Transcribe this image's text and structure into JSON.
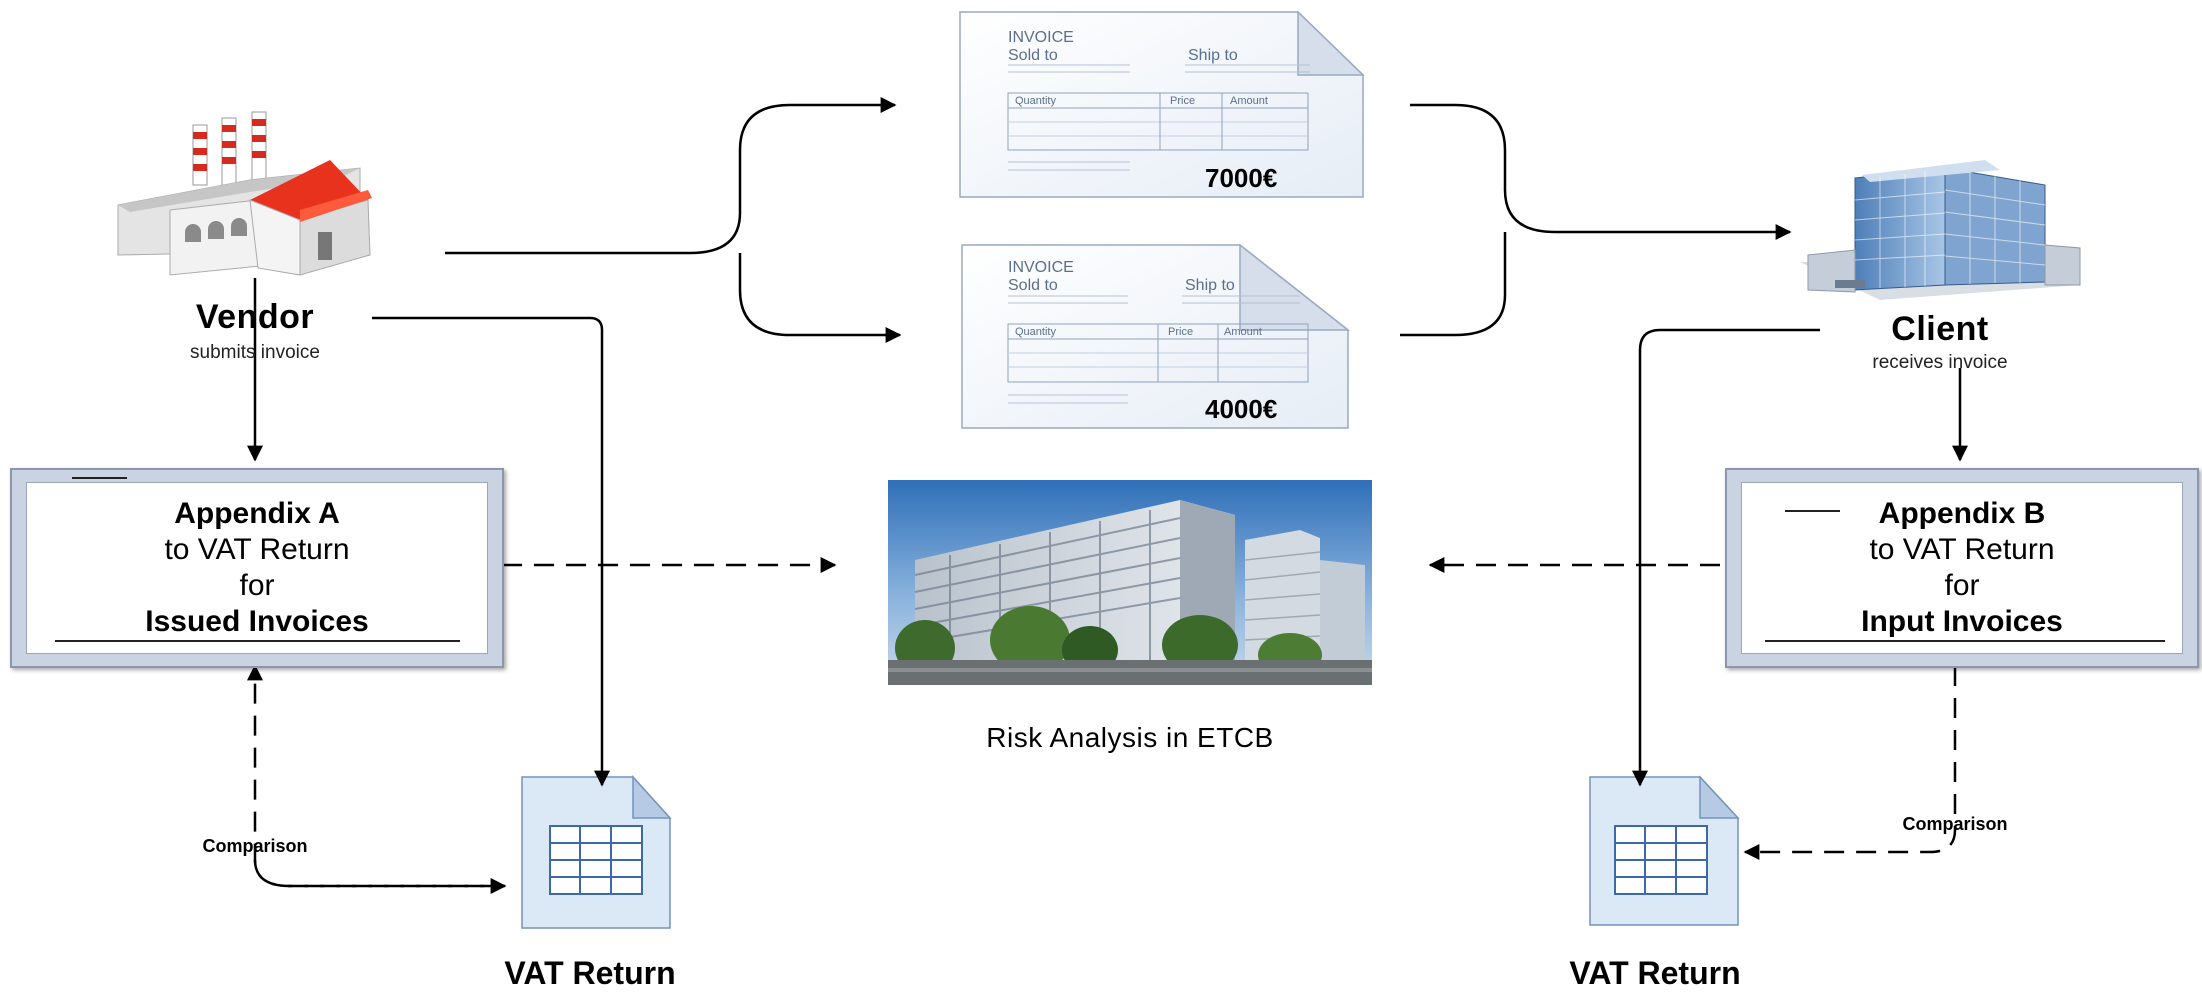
{
  "vendor": {
    "name": "Vendor",
    "subtitle": "submits invoice"
  },
  "client": {
    "name": "Client",
    "subtitle": "receives invoice"
  },
  "invoices": [
    {
      "heading": "INVOICE",
      "sold_to": "Sold to",
      "ship_to": "Ship to",
      "col_quantity": "Quantity",
      "col_price": "Price",
      "col_amount": "Amount",
      "amount": "7000€"
    },
    {
      "heading": "INVOICE",
      "sold_to": "Sold to",
      "ship_to": "Ship to",
      "col_quantity": "Quantity",
      "col_price": "Price",
      "col_amount": "Amount",
      "amount": "4000€"
    }
  ],
  "appendix_a": {
    "title": "Appendix A",
    "line2": "to VAT Return",
    "line3": "for",
    "line4": "Issued Invoices"
  },
  "appendix_b": {
    "title": "Appendix B",
    "line2": "to VAT Return",
    "line3": "for",
    "line4": "Input Invoices"
  },
  "center": {
    "caption": "Risk Analysis in ETCB"
  },
  "comparison_left": "Comparison",
  "comparison_right": "Comparison",
  "vat_return_left": "VAT Return",
  "vat_return_right": "VAT Return",
  "colors": {
    "arrow": "#000000",
    "appendix_frame": "#c9d3e2",
    "invoice_paper": "#f4f7fb",
    "factory_roof": "#e8321e"
  },
  "icons": [
    "factory-icon",
    "office-building-icon",
    "invoice-document-icon",
    "spreadsheet-document-icon",
    "building-photo"
  ]
}
